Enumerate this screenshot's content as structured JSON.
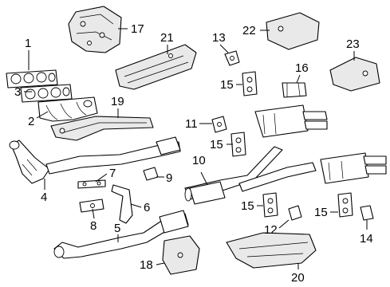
{
  "diagram": {
    "callouts": [
      {
        "key": "c1",
        "text": "1"
      },
      {
        "key": "c2",
        "text": "2"
      },
      {
        "key": "c3",
        "text": "3"
      },
      {
        "key": "c4",
        "text": "4"
      },
      {
        "key": "c5",
        "text": "5"
      },
      {
        "key": "c6",
        "text": "6"
      },
      {
        "key": "c7",
        "text": "7"
      },
      {
        "key": "c8",
        "text": "8"
      },
      {
        "key": "c9",
        "text": "9"
      },
      {
        "key": "c10",
        "text": "10"
      },
      {
        "key": "c11",
        "text": "11"
      },
      {
        "key": "c12",
        "text": "12"
      },
      {
        "key": "c13",
        "text": "13"
      },
      {
        "key": "c14",
        "text": "14"
      },
      {
        "key": "c15a",
        "text": "15"
      },
      {
        "key": "c15b",
        "text": "15"
      },
      {
        "key": "c15c",
        "text": "15"
      },
      {
        "key": "c15d",
        "text": "15"
      },
      {
        "key": "c16",
        "text": "16"
      },
      {
        "key": "c17",
        "text": "17"
      },
      {
        "key": "c18",
        "text": "18"
      },
      {
        "key": "c19",
        "text": "19"
      },
      {
        "key": "c20",
        "text": "20"
      },
      {
        "key": "c21",
        "text": "21"
      },
      {
        "key": "c22",
        "text": "22"
      },
      {
        "key": "c23",
        "text": "23"
      }
    ]
  }
}
